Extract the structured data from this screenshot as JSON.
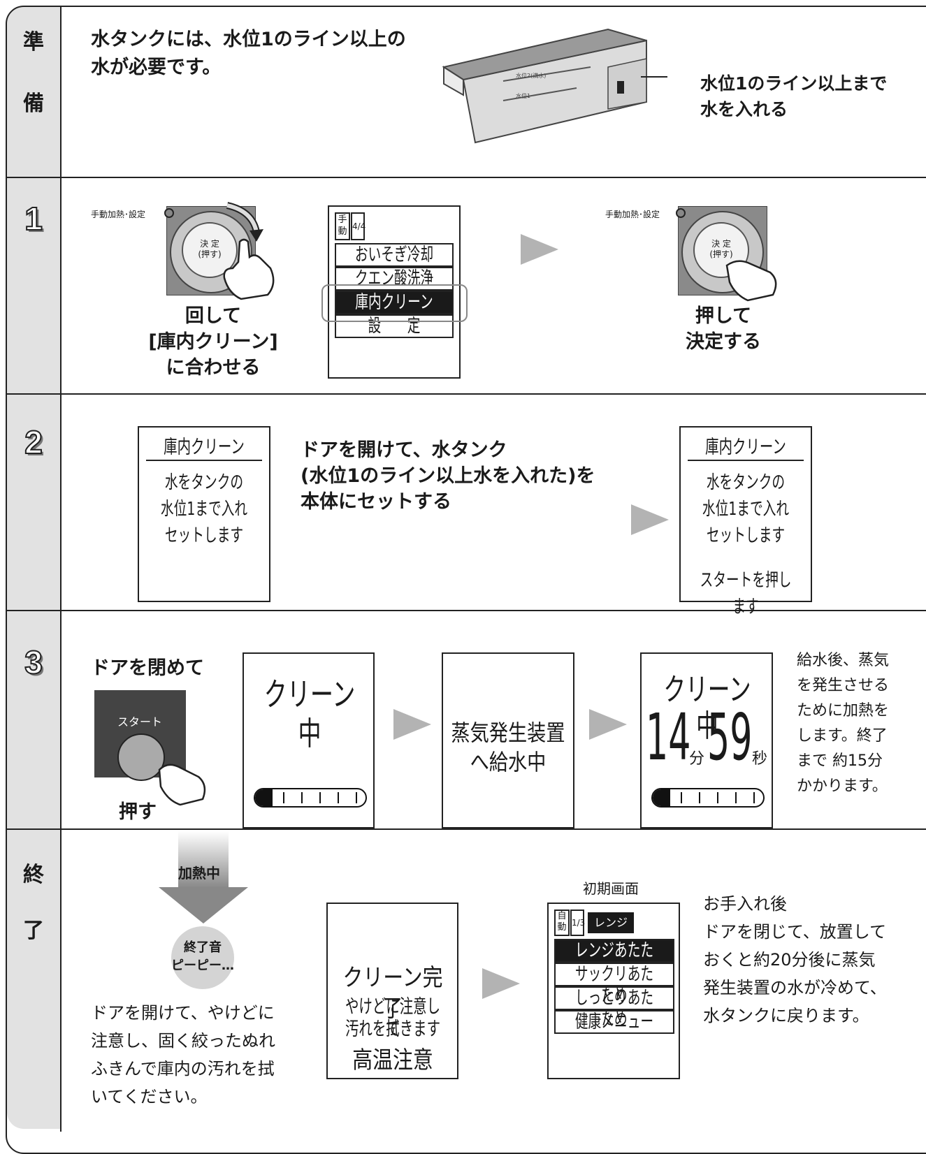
{
  "sections": {
    "prep": {
      "label1": "準",
      "label2": "備",
      "heading1": "水タンクには、水位1のライン以上の",
      "heading2": "水が必要です。",
      "tank_mark_full": "水位2(満水)",
      "tank_mark_1": "水位1",
      "callout1": "水位1のライン以上まで",
      "callout2": "水を入れる"
    },
    "step1": {
      "label": "1",
      "dial_label": "手動加熱･設定",
      "knob_line1": "決 定",
      "knob_line2": "(押す)",
      "caption_left1": "回して",
      "caption_left2": "[庫内クリーン]",
      "caption_left3": "に合わせる",
      "menu_badge_a": "手",
      "menu_badge_b": "動",
      "menu_page": "4/4",
      "menu_items": [
        "おいそぎ冷却",
        "クエン酸洗浄",
        "庫内クリーン",
        "設　　定"
      ],
      "caption_right1": "押して",
      "caption_right2": "決定する"
    },
    "step2": {
      "label": "2",
      "screen_title": "庫内クリーン",
      "screen_line1": "水をタンクの",
      "screen_line2": "水位1まで入れ",
      "screen_line3": "セットします",
      "screen_extra": "スタートを押します",
      "instr1": "ドアを開けて、水タンク",
      "instr2": "(水位1のライン以上水を入れた)を",
      "instr3": "本体にセットする"
    },
    "step3": {
      "label": "3",
      "door_close": "ドアを閉めて",
      "start_label": "スタート",
      "press": "押す",
      "cleaning": "クリーン中",
      "steam1": "蒸気発生装置",
      "steam2": "へ給水中",
      "time_min": "14",
      "unit_min": "分",
      "time_sec": "59",
      "unit_sec": "秒",
      "progress": 0.16,
      "note": [
        "給水後、蒸気",
        "を発生させる",
        "ために加熱を",
        "します。終了",
        "まで 約15分",
        "かかります。"
      ]
    },
    "finish": {
      "label1": "終",
      "label2": "了",
      "heating": "加熱中",
      "beep1": "終了音",
      "beep2": "ピーピー…",
      "wipe": [
        "ドアを開けて、やけどに",
        "注意し、固く絞ったぬれ",
        "ふきんで庫内の汚れを拭",
        "いてください。"
      ],
      "done_title": "クリーン完了",
      "done_l1": "やけどに注意して",
      "done_l2": "汚れを拭きます",
      "done_warn": "高温注意",
      "initial_screen": "初期画面",
      "init_badge_a": "自",
      "init_badge_b": "動",
      "init_page": "1/3",
      "init_mode": "レンジ",
      "init_items": [
        "レンジあたため",
        "サックリあたため",
        "しっとりあたため",
        "健康メニュー"
      ],
      "after": [
        "お手入れ後",
        "ドアを閉じて、放置して",
        "おくと約20分後に蒸気",
        "発生装置の水が冷めて、",
        "水タンクに戻ります。"
      ]
    }
  }
}
